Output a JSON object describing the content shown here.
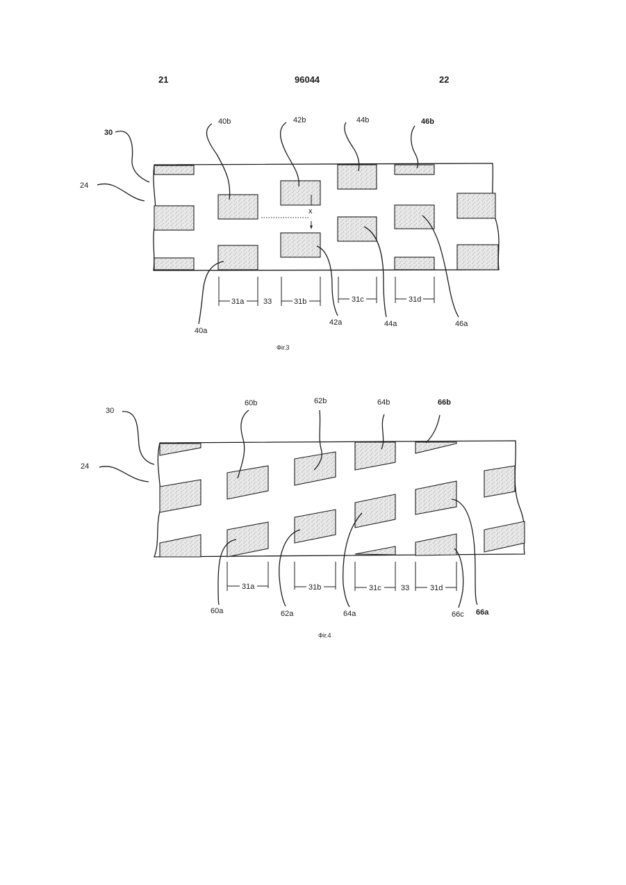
{
  "header": {
    "left_page": "21",
    "patent_number": "96044",
    "right_page": "22"
  },
  "fig3": {
    "caption": "Фіг.3",
    "ref_strip": "30",
    "ref_layer": "24",
    "top_labels": [
      "40b",
      "42b",
      "44b",
      "46b"
    ],
    "bottom_labels": [
      "40a",
      "42a",
      "44a",
      "46a"
    ],
    "offset_label": "x",
    "dimension_labels": [
      "31a",
      "33",
      "31b",
      "31c",
      "31d"
    ]
  },
  "fig4": {
    "caption": "Фіг.4",
    "ref_strip": "30",
    "ref_layer": "24",
    "top_labels": [
      "60b",
      "62b",
      "64b",
      "66b"
    ],
    "bottom_labels": [
      "60a",
      "62a",
      "64a",
      "66c",
      "66a"
    ],
    "dimension_labels": [
      "31a",
      "31b",
      "31c",
      "33",
      "31d"
    ]
  },
  "colors": {
    "line": "#1a1a1a",
    "pad_fill": "#e6e6e6",
    "stipple": "#7a7a7a"
  }
}
